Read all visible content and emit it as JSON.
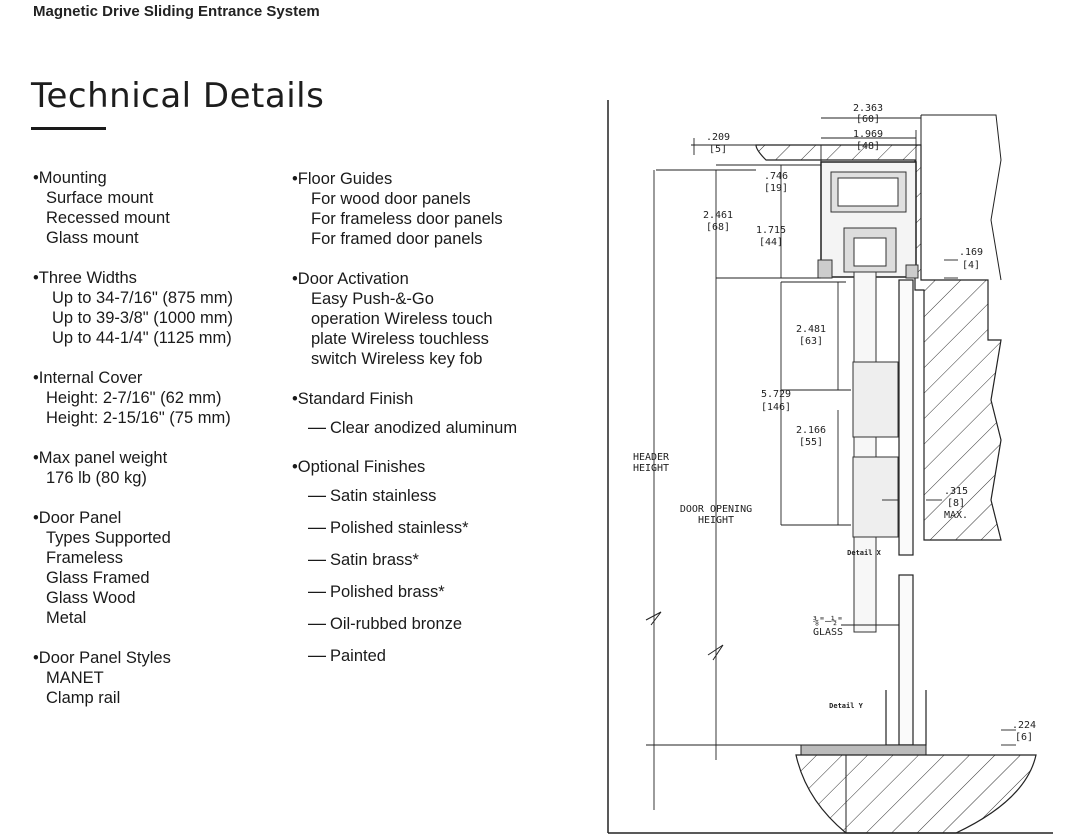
{
  "page": {
    "top_title": "Magnetic Drive Sliding Entrance System",
    "heading": "Technical Details"
  },
  "left_column": [
    {
      "title": "Mounting",
      "items": [
        "Surface mount",
        "Recessed mount",
        "Glass mount"
      ]
    },
    {
      "title": "Three Widths",
      "items": [
        "Up to 34-7/16\" (875 mm)",
        "Up to 39-3/8\" (1000 mm)",
        "Up to 44-1/4\" (1125 mm)"
      ]
    },
    {
      "title": "Internal Cover",
      "items": [
        "Height: 2-7/16\" (62 mm)",
        "Height: 2-15/16\" (75 mm)"
      ]
    },
    {
      "title": "Max panel weight",
      "items": [
        "176 lb (80 kg)"
      ]
    },
    {
      "title": "Door Panel",
      "items": [
        "Types Supported",
        "Frameless",
        "Glass Framed",
        "Glass Wood",
        "Metal"
      ]
    },
    {
      "title": "Door Panel Styles",
      "items": [
        "MANET",
        "Clamp rail"
      ]
    }
  ],
  "right_column": {
    "floor_guides": {
      "title": "Floor Guides",
      "items": [
        "For wood door panels",
        "For  frameless  door  panels",
        "For framed door panels"
      ]
    },
    "door_activation": {
      "title": "Door Activation",
      "items": [
        "Easy Push-&-Go",
        "operation Wireless touch",
        "plate Wireless touchless",
        "switch Wireless key fob"
      ]
    },
    "standard_finish": {
      "title": "Standard Finish",
      "items": [
        "Clear anodized aluminum"
      ]
    },
    "optional_finishes": {
      "title": "Optional Finishes",
      "items": [
        "Satin stainless",
        "Polished stainless*",
        "Satin brass*",
        "Polished brass*",
        "Oil-rubbed bronze",
        "Painted"
      ]
    }
  },
  "drawing": {
    "dims": {
      "d1": "2.363",
      "d1m": "[60]",
      "d2": "1.969",
      "d2m": "[48]",
      "d3": ".209",
      "d3m": "[5]",
      "d4": ".746",
      "d4m": "[19]",
      "d5": "2.461",
      "d5m": "[68]",
      "d6": "1.715",
      "d6m": "[44]",
      "d7": ".169",
      "d7m": "[4]",
      "d8": "2.481",
      "d8m": "[63]",
      "d9": "5.729",
      "d9m": "[146]",
      "d10": "2.166",
      "d10m": "[55]",
      "d11": ".315",
      "d11m": "[8]",
      "d11x": "MAX.",
      "d12": ".224",
      "d12m": "[6]"
    },
    "labels": {
      "header1": "HEADER",
      "header2": "HEIGHT",
      "door1": "DOOR OPENING",
      "door2": "HEIGHT",
      "detail_x": "Detail X",
      "detail_y": "Detail Y",
      "glass1": "⅜\"–½\"",
      "glass2": "GLASS"
    }
  }
}
